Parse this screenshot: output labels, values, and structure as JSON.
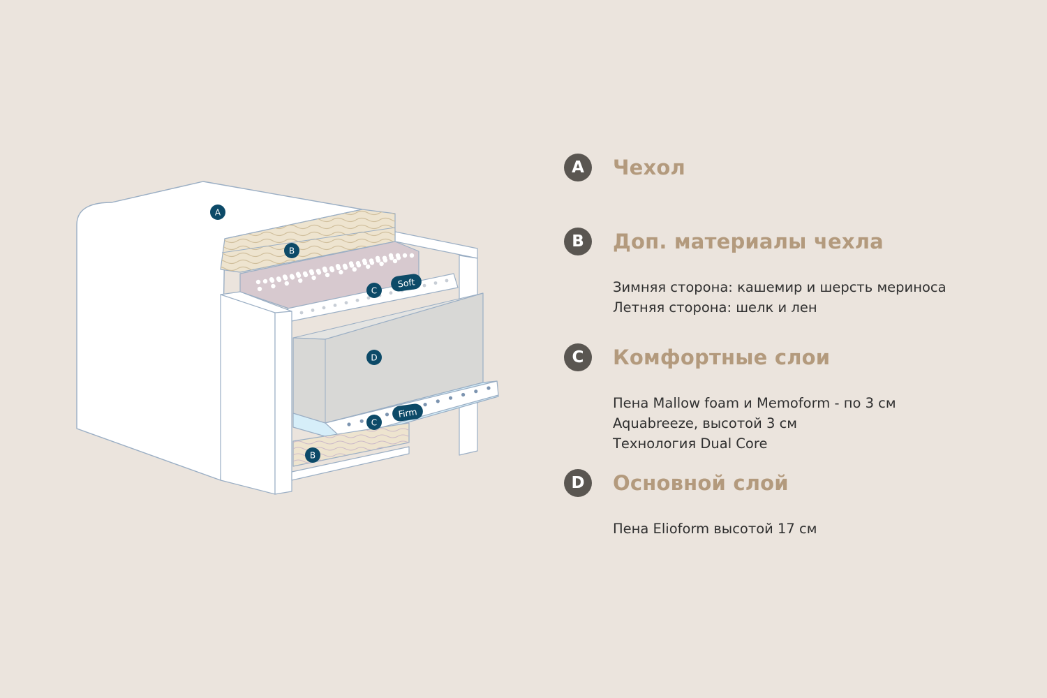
{
  "diagram": {
    "markers": {
      "a": "A",
      "b_top": "B",
      "b_bottom": "B",
      "c_top": "C",
      "c_bottom": "C",
      "d": "D"
    },
    "tags": {
      "soft": "Soft",
      "firm": "Firm"
    },
    "colors": {
      "marker": "#0c4a68",
      "outline": "#9aaec4",
      "shell": "#ffffff",
      "soft_layer": "#d7c9cf",
      "core": "#d8d8d6",
      "aquabreeze": "#d6eef9",
      "wool": "#eee4cf"
    }
  },
  "legend": [
    {
      "letter": "A",
      "title": "Чехол",
      "lines": []
    },
    {
      "letter": "B",
      "title": "Доп. материалы чехла",
      "lines": [
        "Зимняя сторона: кашемир и шерсть мериноса",
        "Летняя сторона: шелк и лен"
      ]
    },
    {
      "letter": "C",
      "title": "Комфортные слои",
      "lines": [
        "Пена Mallow foam и Memoform - по 3 см",
        "Aquabreeze, высотой 3 см",
        "Технология Dual Core"
      ]
    },
    {
      "letter": "D",
      "title": "Основной слой",
      "lines": [
        "Пена Elioform высотой 17 см"
      ]
    }
  ],
  "colors": {
    "background": "#ebe4dd",
    "badge": "#5a5651",
    "title": "#b39a7d",
    "text": "#2f2f2f"
  }
}
